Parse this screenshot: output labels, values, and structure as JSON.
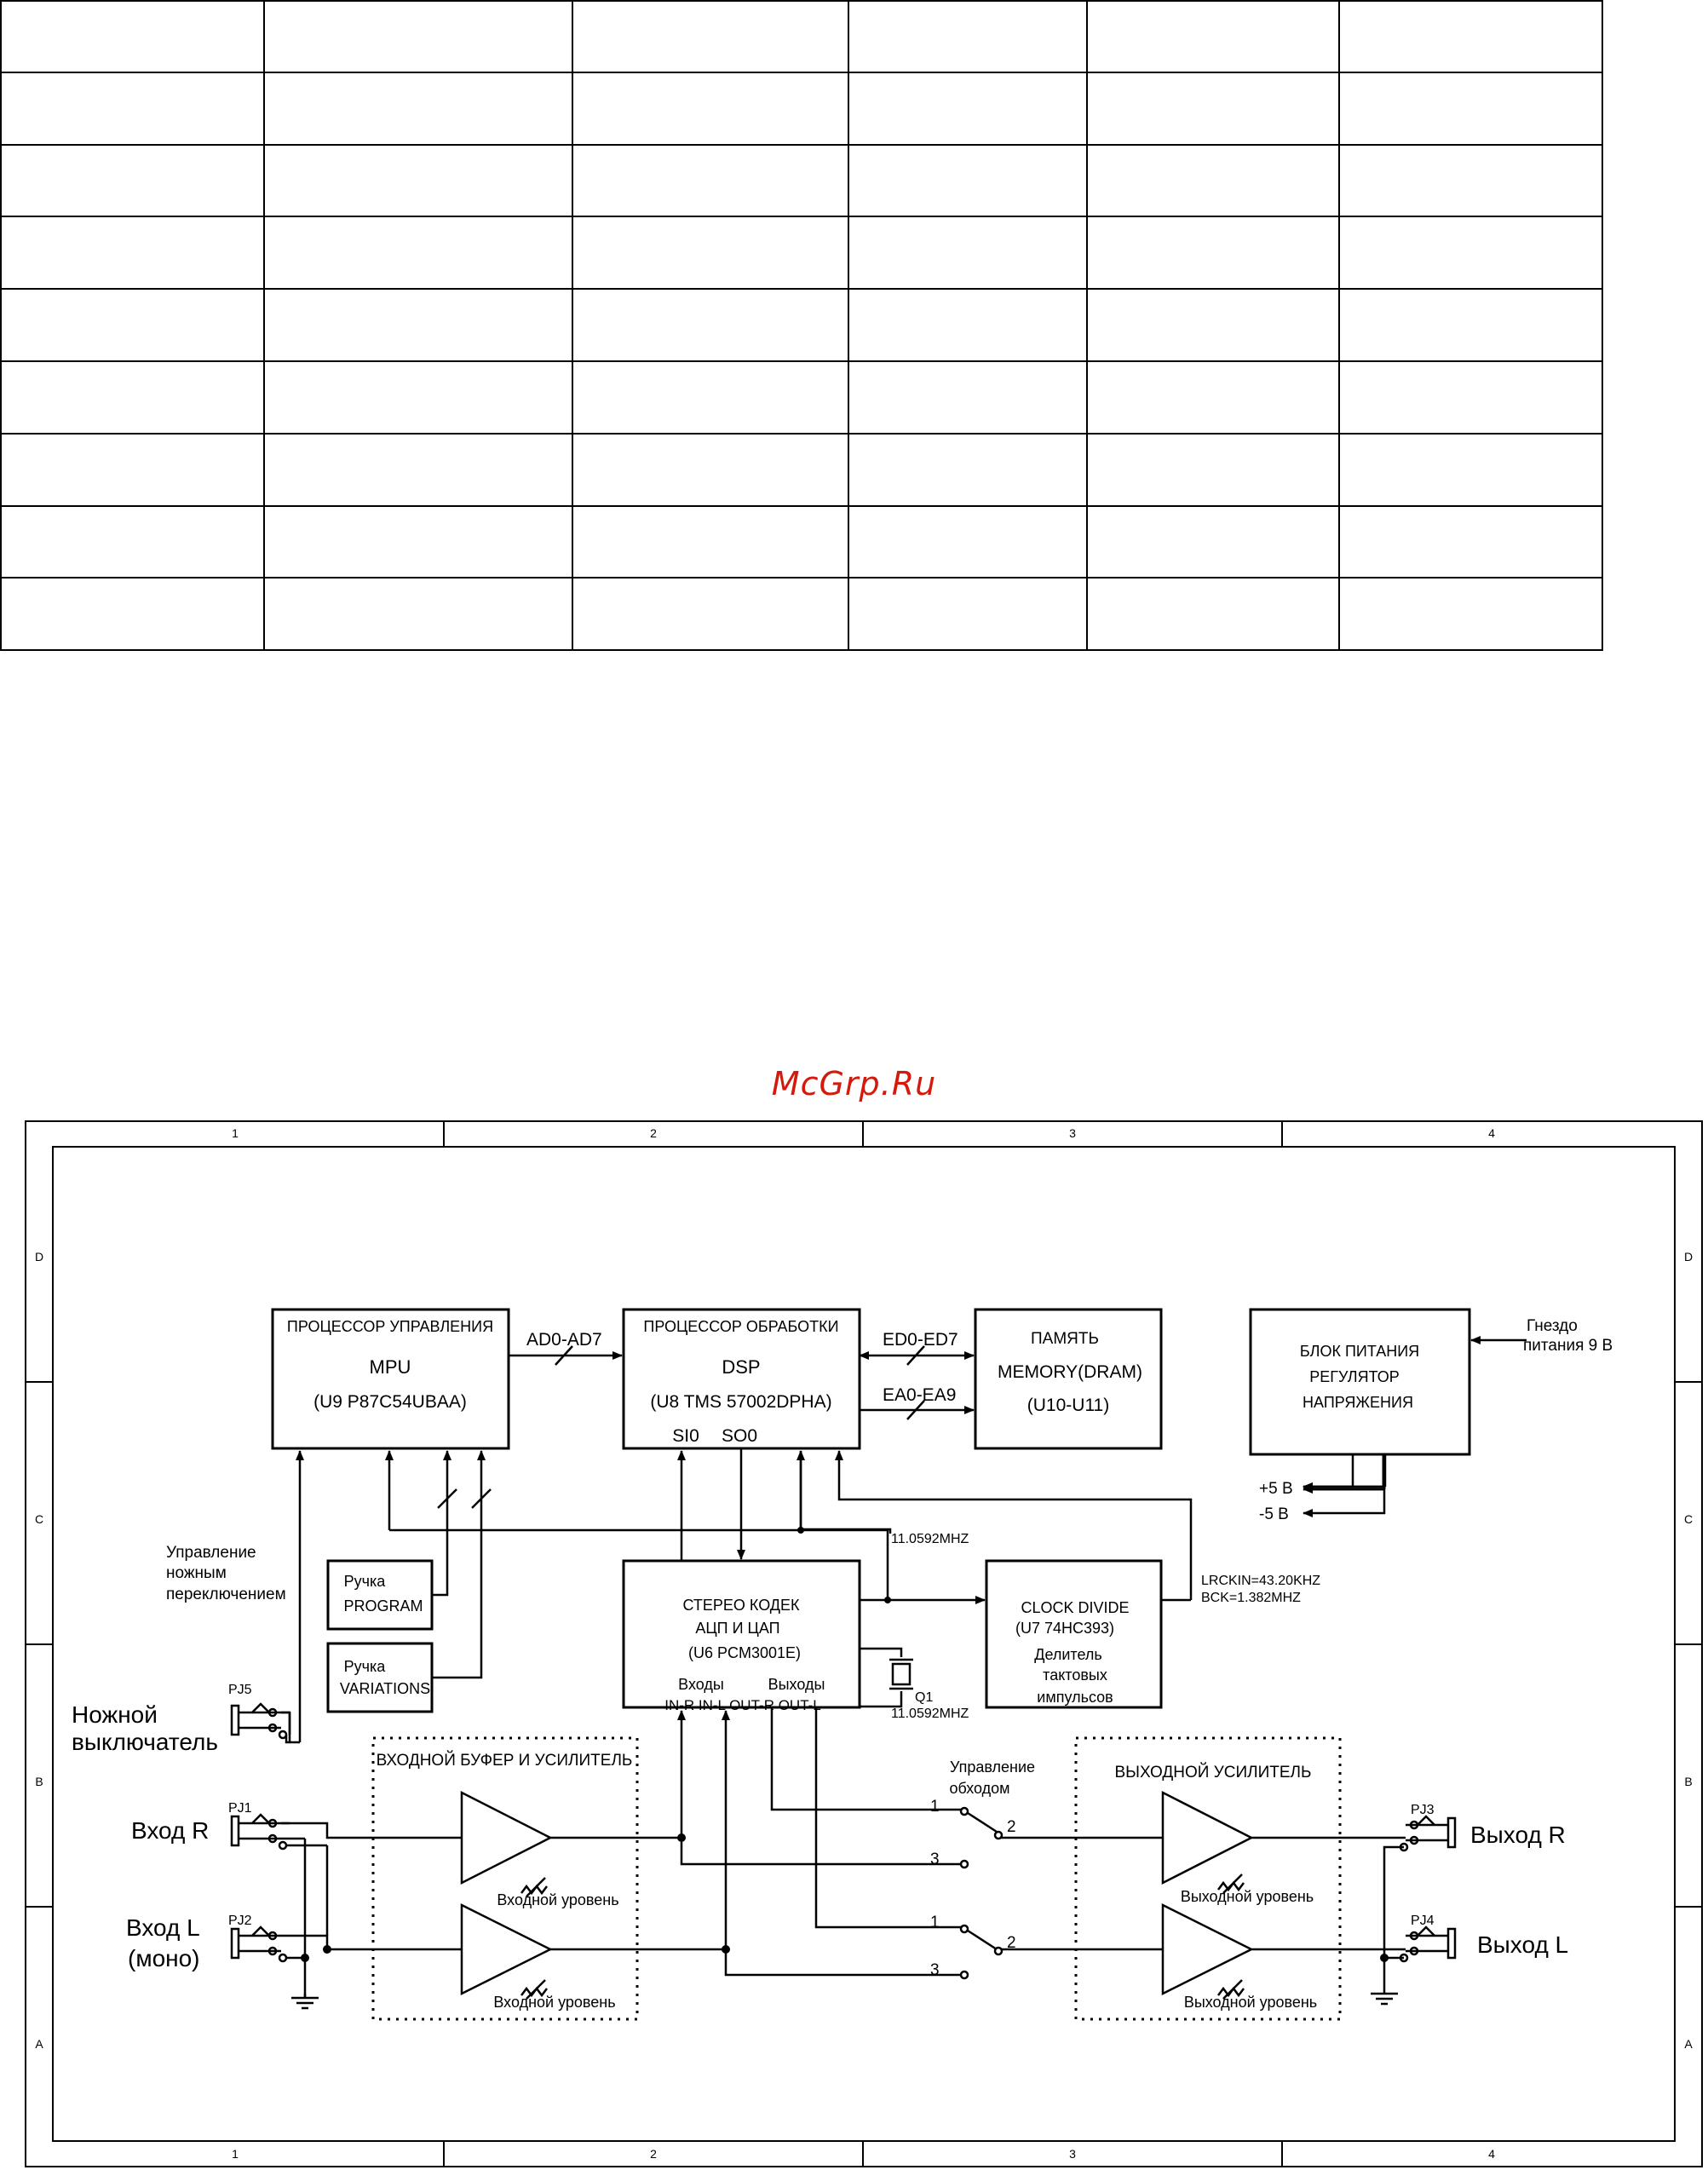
{
  "table": {
    "rows": 9,
    "cols": 6
  },
  "watermark": "McGrp.Ru",
  "frame": {
    "columns": [
      "1",
      "2",
      "3",
      "4"
    ],
    "rows": [
      "D",
      "C",
      "B",
      "A"
    ]
  },
  "blocks": {
    "mpu": {
      "title": "ПРОЦЕССОР УПРАВЛЕНИЯ",
      "name": "MPU",
      "part": "(U9 P87C54UBAA)"
    },
    "dsp": {
      "title": "ПРОЦЕССОР ОБРАБОТКИ",
      "name": "DSP",
      "part": "(U8 TMS 57002DPHA)",
      "pin_si0": "SI0",
      "pin_so0": "SO0"
    },
    "memory": {
      "title": "ПАМЯТЬ",
      "name": "MEMORY(DRAM)",
      "part": "(U10-U11)"
    },
    "power": {
      "line1": "БЛОК ПИТАНИЯ",
      "line2": "РЕГУЛЯТОР",
      "line3": "НАПРЯЖЕНИЯ"
    },
    "codec": {
      "line1": "СТЕРЕО КОДЕК",
      "line2": "АЦП И ЦАП",
      "part": "(U6 PCM3001E)",
      "inputs": "Входы",
      "outputs": "Выходы",
      "pins": "IN-R  IN-L OUT-R OUT-L"
    },
    "clock": {
      "name": "CLOCK DIVIDE",
      "part": "(U7 74HC393)",
      "line1": "Делитель",
      "line2": "тактовых",
      "line3": "импульсов"
    },
    "knob_program": {
      "line1": "Ручка",
      "line2": "PROGRAM"
    },
    "knob_variations": {
      "line1": "Ручка",
      "line2": "VARIATIONS"
    }
  },
  "buses": {
    "ad": "AD0-AD7",
    "ed": "ED0-ED7",
    "ea": "EA0-EA9"
  },
  "labels": {
    "power_jack_1": "Гнездо",
    "power_jack_2": "питания 9 В",
    "plus5": "+5 В",
    "minus5": "-5 В",
    "freq_1": "11.0592MHZ",
    "freq_2": "11.0592MHZ",
    "crystal": "Q1",
    "lrck": "LRCKIN=43.20KHZ",
    "bck": "BCK=1.382MHZ",
    "foot_ctrl_1": "Управление",
    "foot_ctrl_2": "ножным",
    "foot_ctrl_3": "переключением",
    "footswitch_1": "Ножной",
    "footswitch_2": "выключатель",
    "in_r": "Вход R",
    "in_l": "Вход L",
    "mono": "(моно)",
    "out_r": "Выход  R",
    "out_l": "Выход L",
    "in_buffer": "ВХОДНОЙ БУФЕР И УСИЛИТЕЛЬ",
    "out_amp": "ВЫХОДНОЙ УСИЛИТЕЛЬ",
    "in_level_1": "Входной уровень",
    "in_level_2": "Входной уровень",
    "out_level_1": "Выходной уровень",
    "out_level_2": "Выходной уровень",
    "bypass_1": "Управление",
    "bypass_2": "обходом",
    "pj1": "PJ1",
    "pj2": "PJ2",
    "pj3": "PJ3",
    "pj4": "PJ4",
    "pj5": "PJ5",
    "sw_r_1": "1",
    "sw_r_2": "2",
    "sw_r_3": "3",
    "sw_l_1": "1",
    "sw_l_2": "2",
    "sw_l_3": "3"
  },
  "colors": {
    "watermark": "#d31a0d",
    "ink": "#000000"
  }
}
